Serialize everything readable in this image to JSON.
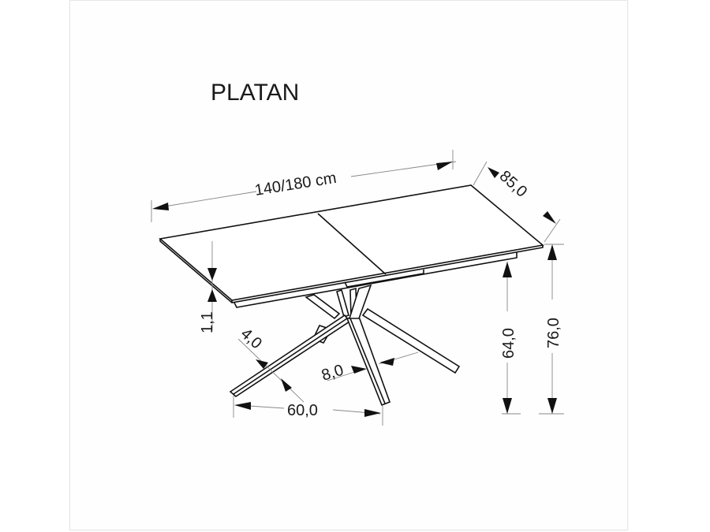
{
  "drawing": {
    "title": "PLATAN",
    "product_type": "extendable dining table",
    "colors": {
      "line": "#111111",
      "dimension_line": "#888888",
      "background": "#ffffff"
    }
  },
  "dimensions": {
    "length": "140/180 cm",
    "depth": "85,0",
    "top_thickness": "1,1",
    "leg_width_side": "4,0",
    "leg_width_front": "8,0",
    "base_span": "60,0",
    "clearance_height": "64,0",
    "total_height": "76,0"
  }
}
